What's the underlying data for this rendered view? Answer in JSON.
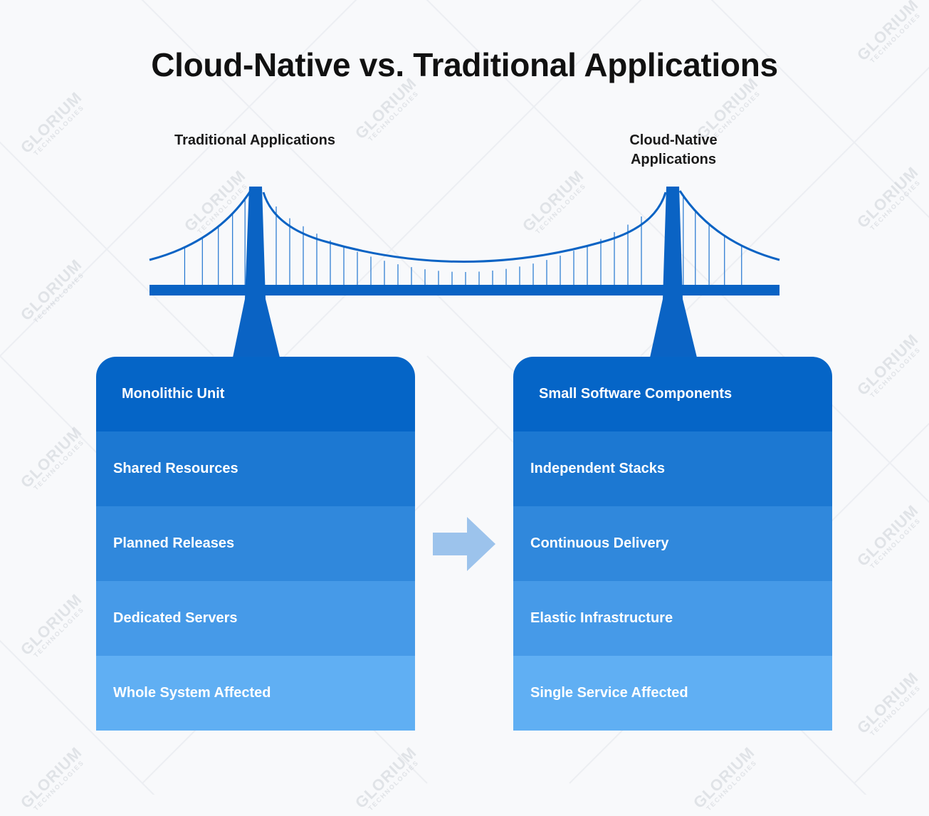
{
  "title": "Cloud-Native vs. Traditional Applications",
  "labels": {
    "left": "Traditional Applications",
    "right_line1": "Cloud-Native",
    "right_line2": "Applications"
  },
  "left_stack": [
    "Monolithic Unit",
    "Shared Resources",
    "Planned Releases",
    "Dedicated Servers",
    "Whole System Affected"
  ],
  "right_stack": [
    "Small Software Components",
    "Independent Stacks",
    "Continuous Delivery",
    "Elastic Infrastructure",
    "Single Service Affected"
  ],
  "watermark": {
    "brand": "GLORIUM",
    "sub": "TECHNOLOGIES"
  },
  "colors": {
    "bridge": "#0a63c4",
    "arrow": "#9cc3ec",
    "rows": [
      "#0565c7",
      "#1c78d2",
      "#3088dc",
      "#469ae8",
      "#60aff3"
    ]
  },
  "icons": {
    "transition": "right-arrow-icon",
    "illustration": "suspension-bridge-icon"
  }
}
